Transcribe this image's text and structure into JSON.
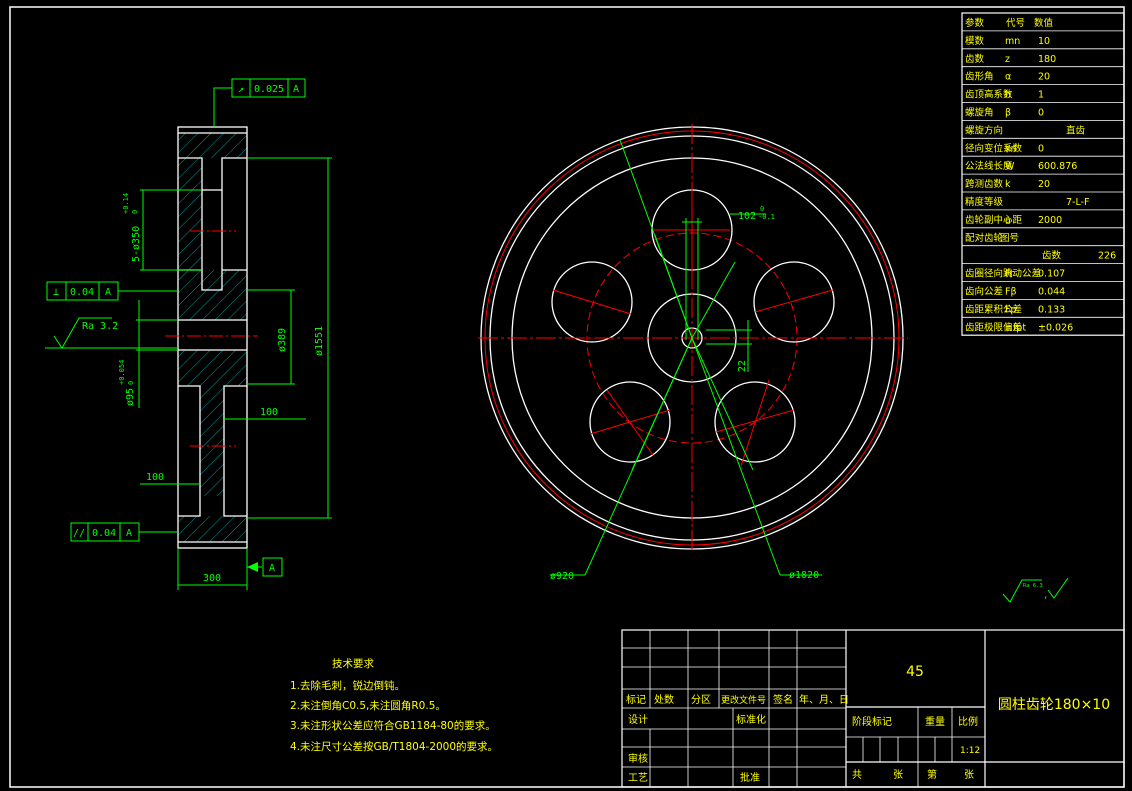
{
  "drawing": {
    "material": "45",
    "part_name": "圆柱齿轮180×10",
    "scale": "1:12",
    "roughness_symbol_label": "Ra 3.2",
    "roughness_corner_label": "Ra 6.3"
  },
  "side_view": {
    "tol_top": {
      "sym": "↗",
      "val": "0.025",
      "ref": "A"
    },
    "tol_perp": {
      "sym": "⊥",
      "val": "0.04",
      "ref": "A"
    },
    "tol_par": {
      "sym": "//",
      "val": "0.04",
      "ref": "A"
    },
    "datum": "A",
    "dim_holes": "5-ø350",
    "dim_holes_tol_up": "+0.14",
    "dim_holes_tol_lo": "0",
    "dim_bore": "ø95",
    "dim_bore_tol_up": "+0.054",
    "dim_bore_tol_lo": "0",
    "dim_hub": "ø389",
    "dim_outer": "ø1551",
    "dim_web_r": "100",
    "dim_web_l": "100",
    "dim_width": "300"
  },
  "front_view": {
    "dim_keyway": "102",
    "dim_keyway_tol_up": "0",
    "dim_keyway_tol_lo": "-0.1",
    "dim_key_depth": "22",
    "dim_pcd": "ø920",
    "dim_tip": "ø1820"
  },
  "param_table": {
    "header": [
      "参数",
      "代号",
      "数值"
    ],
    "rows": [
      [
        "模数",
        "mn",
        "10"
      ],
      [
        "齿数",
        "z",
        "180"
      ],
      [
        "齿形角",
        "α",
        "20"
      ],
      [
        "齿顶高系数",
        "h",
        "1"
      ],
      [
        "螺旋角",
        "β",
        "0"
      ],
      [
        "螺旋方向",
        "",
        "直齿"
      ],
      [
        "径向变位系数",
        "xn",
        "0"
      ],
      [
        "公法线长度",
        "W",
        "600.876"
      ],
      [
        "跨测齿数",
        "k",
        "20"
      ],
      [
        "精度等级",
        "",
        "7-L-F"
      ],
      [
        "齿轮副中心距",
        "a",
        "2000"
      ],
      [
        "配对齿轮",
        "图号",
        ""
      ],
      [
        "",
        "齿数",
        "226"
      ],
      [
        "齿圈径向跳动公差",
        "Fr",
        "0.107"
      ],
      [
        "齿向公差",
        "Fβ",
        "0.044"
      ],
      [
        "齿距累积公差",
        "Fp",
        "0.133"
      ],
      [
        "齿距极限偏差",
        "±fpt",
        "±0.026"
      ]
    ]
  },
  "tech_req": {
    "title": "技术要求",
    "items": [
      "1.去除毛刺，锐边倒钝。",
      "2.未注倒角C0.5,未注圆角R0.5。",
      "3.未注形状公差应符合GB1184-80的要求。",
      "4.未注尺寸公差按GB/T1804-2000的要求。"
    ]
  },
  "title_block": {
    "revision_headers": [
      "标记",
      "处数",
      "分区",
      "更改文件号",
      "签名",
      "年、月、日"
    ],
    "design": "设计",
    "standardize": "标准化",
    "review": "审核",
    "process": "工艺",
    "approve": "批准",
    "stage_mark": "阶段标记",
    "weight": "重量",
    "scale_label": "比例",
    "sheets_total": "共",
    "sheets_unit1": "张",
    "sheet_no": "第",
    "sheets_unit2": "张"
  }
}
